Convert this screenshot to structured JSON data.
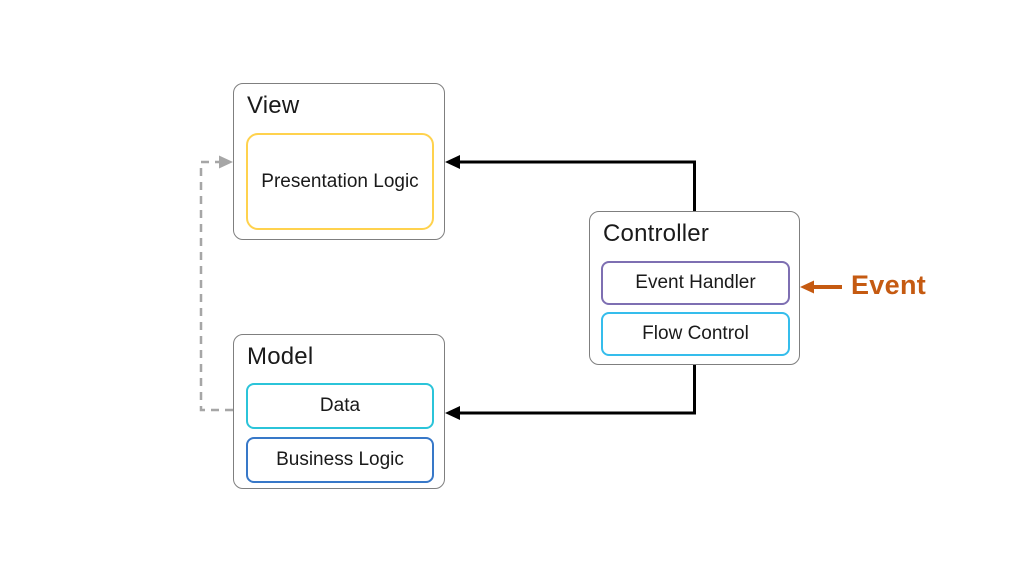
{
  "nodes": {
    "view": {
      "title": "View",
      "item1": "Presentation Logic"
    },
    "model": {
      "title": "Model",
      "item1": "Data",
      "item2": "Business Logic"
    },
    "controller": {
      "title": "Controller",
      "item1": "Event Handler",
      "item2": "Flow Control"
    }
  },
  "annotations": {
    "event_label": "Event"
  },
  "colors": {
    "group_border": "#7f7f7f",
    "presentation_border": "#ffd24d",
    "data_border": "#2bc4d9",
    "business_border": "#3878c8",
    "event_handler_border": "#7e6fb2",
    "flow_control_border": "#35bdec",
    "arrow": "#000000",
    "dashed_arrow": "#a6a6a6",
    "event_accent": "#c55a11"
  }
}
